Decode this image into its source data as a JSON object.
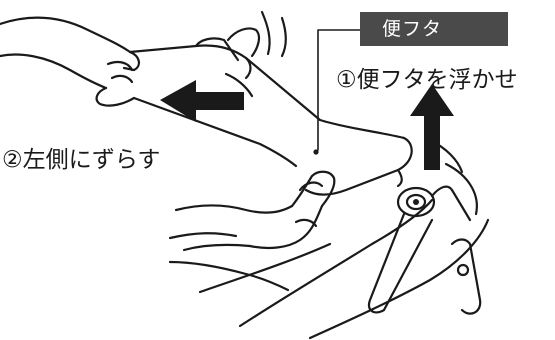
{
  "labels": {
    "part_name": "便フタ",
    "step_1": "①便フタを浮かせ",
    "step_2": "②左側にずらす"
  },
  "colors": {
    "line": "#1a1a1a",
    "label_background": "#4a4a4a",
    "label_text": "#ffffff",
    "arrow": "#1a1a1a"
  },
  "icons": {
    "up_arrow": "arrow-up-icon",
    "left_arrow": "arrow-left-icon"
  }
}
